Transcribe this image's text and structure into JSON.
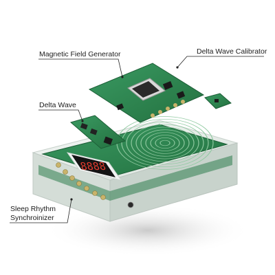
{
  "labels": {
    "magnetic_field_generator": "Magnetic Field Generator",
    "delta_wave_calibrator": "Delta Wave Calibrator",
    "delta_wave": "Delta Wave",
    "sleep_rhythm_line1": "Sleep Rhythm",
    "sleep_rhythm_line2": "Synchroinizer"
  },
  "display": {
    "digits": "8888"
  },
  "colors": {
    "pcb": "#2f8a55",
    "pcb_dark": "#1f6a3e",
    "copper_coil": "#8fc9a0",
    "acrylic": "#e6ece8",
    "led": "#e23b2e"
  },
  "icons": {
    "chip": "chip-icon",
    "coil": "coil-icon",
    "led_display": "seven-segment-display-icon"
  }
}
